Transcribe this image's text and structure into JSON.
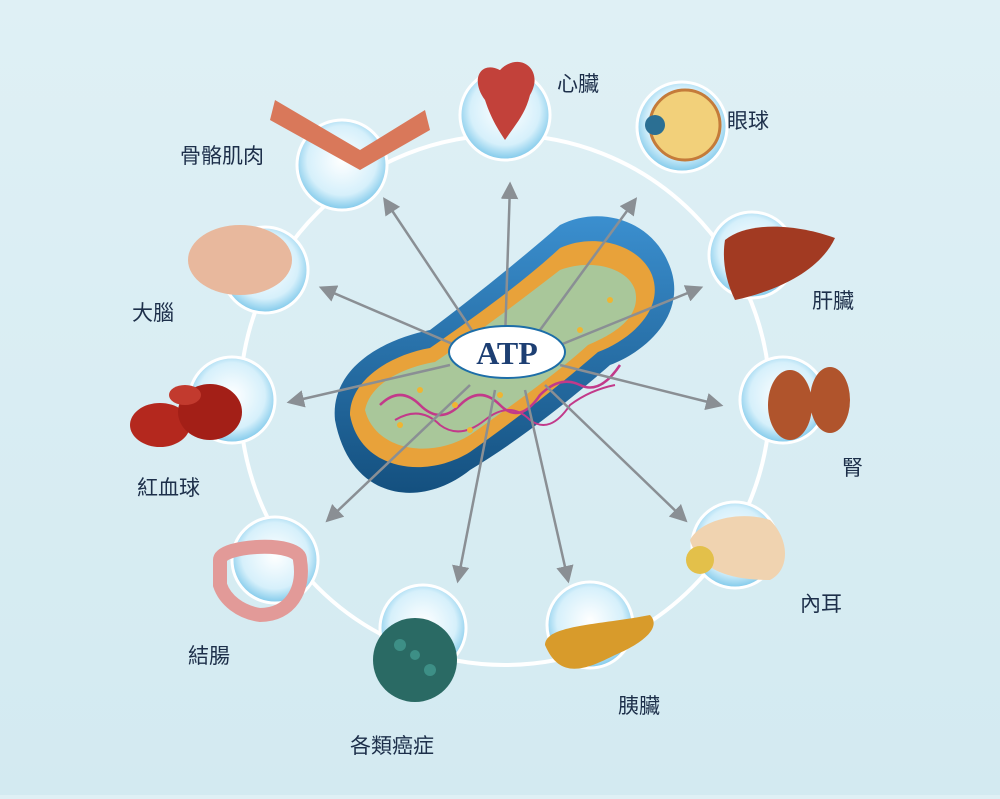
{
  "center": {
    "label": "ATP"
  },
  "organs": [
    {
      "id": "heart",
      "label": "心臟"
    },
    {
      "id": "eye",
      "label": "眼球"
    },
    {
      "id": "liver",
      "label": "肝臟"
    },
    {
      "id": "kidney",
      "label": "腎"
    },
    {
      "id": "inner-ear",
      "label": "內耳"
    },
    {
      "id": "pancreas",
      "label": "胰臟"
    },
    {
      "id": "cancers",
      "label": "各類癌症"
    },
    {
      "id": "colon",
      "label": "結腸"
    },
    {
      "id": "red-blood-cell",
      "label": "紅血球"
    },
    {
      "id": "brain",
      "label": "大腦"
    },
    {
      "id": "skeletal-muscle",
      "label": "骨骼肌肉"
    }
  ],
  "colors": {
    "background": "#d9eef4",
    "ring": "#ffffff",
    "node": "#cdeaf6",
    "arrow": "#8a8f94",
    "mitochondria_outer": "#1d6ea8",
    "mitochondria_inner": "#e8a23a"
  }
}
